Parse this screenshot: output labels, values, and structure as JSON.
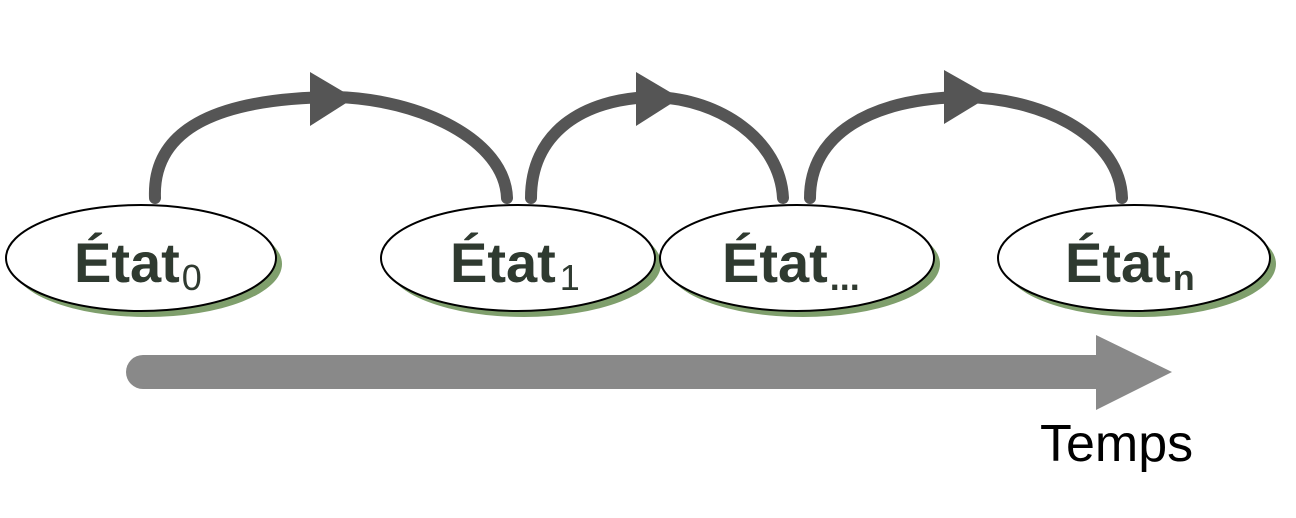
{
  "colors": {
    "arc": "#555555",
    "timeline": "#898989",
    "state_fill": "#ffffff",
    "state_stroke": "#000000",
    "state_shadow": "#7f9f6c",
    "state_text": "#2f3a30",
    "label_text": "#000000"
  },
  "states": [
    {
      "base": "État",
      "sub": "0",
      "sub_bold": false
    },
    {
      "base": "État",
      "sub": "1",
      "sub_bold": false
    },
    {
      "base": "État",
      "sub": "...",
      "sub_bold": true
    },
    {
      "base": "État",
      "sub": "n",
      "sub_bold": true
    }
  ],
  "timeline": {
    "label": "Temps"
  }
}
